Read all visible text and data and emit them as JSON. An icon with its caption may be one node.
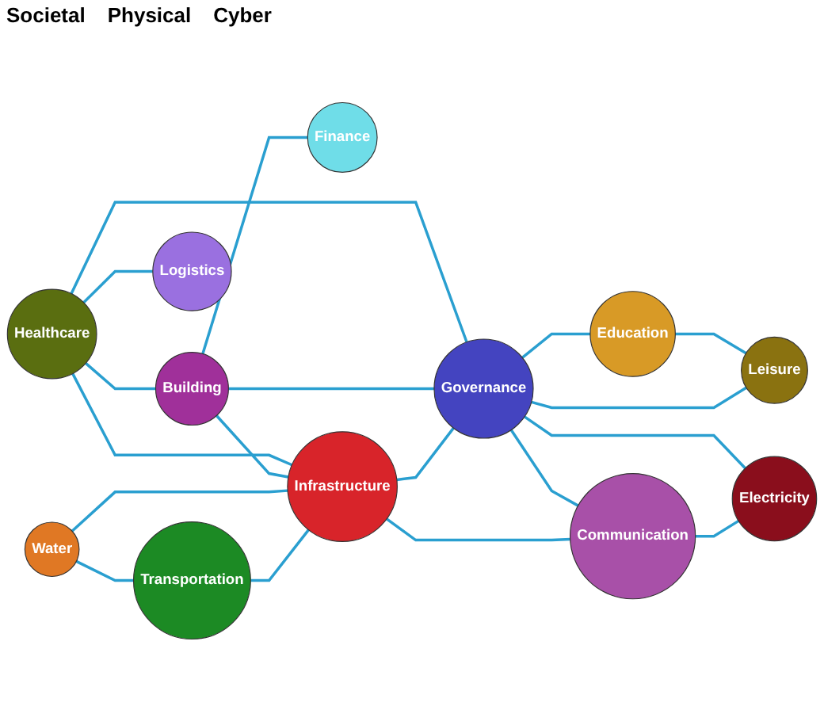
{
  "diagram": {
    "nodes": [
      {
        "text": [
          "Building"
        ]
      },
      {
        "text": [
          "Finance"
        ]
      },
      {
        "text": [
          "Healthcare"
        ]
      },
      {
        "text": [
          "Education"
        ]
      },
      {
        "text": [
          "Infrastructure"
        ]
      },
      {
        "text": [
          "Governance"
        ]
      },
      {
        "text": [
          "Electricity"
        ]
      },
      {
        "text": [
          "Logistics"
        ]
      },
      {
        "text": [
          "Water"
        ]
      },
      {
        "text": [
          "Transportation"
        ]
      },
      {
        "text": [
          "Leisure"
        ]
      },
      {
        "text": [
          "Communication"
        ]
      }
    ],
    "edges": [
      {
        "from": 2,
        "to": 0,
        "arrow": "none"
      },
      {
        "from": 2,
        "to": 4,
        "arrow": "none"
      },
      {
        "from": 2,
        "to": 5,
        "arrow": "none"
      },
      {
        "from": 2,
        "to": 7,
        "arrow": "none"
      },
      {
        "from": 0,
        "to": 4,
        "arrow": "none"
      },
      {
        "from": 0,
        "to": 5,
        "arrow": "none"
      },
      {
        "from": 0,
        "to": 1,
        "arrow": "none"
      },
      {
        "from": 4,
        "to": 5,
        "arrow": "none"
      },
      {
        "from": 5,
        "to": 3,
        "arrow": "none"
      },
      {
        "from": 3,
        "to": 10,
        "arrow": "none"
      },
      {
        "from": 5,
        "to": 6,
        "arrow": "none"
      },
      {
        "from": 5,
        "to": 10,
        "arrow": "none"
      },
      {
        "from": 5,
        "to": 11,
        "arrow": "none"
      },
      {
        "from": 4,
        "to": 11,
        "arrow": "none"
      },
      {
        "from": 11,
        "to": 6,
        "arrow": "none"
      },
      {
        "from": 8,
        "to": 4,
        "arrow": "none"
      },
      {
        "from": 8,
        "to": 9,
        "arrow": "none"
      },
      {
        "from": 9,
        "to": 4,
        "arrow": "none"
      }
    ],
    "labels": [
      "Societal",
      "Physical",
      "Cyber"
    ]
  }
}
